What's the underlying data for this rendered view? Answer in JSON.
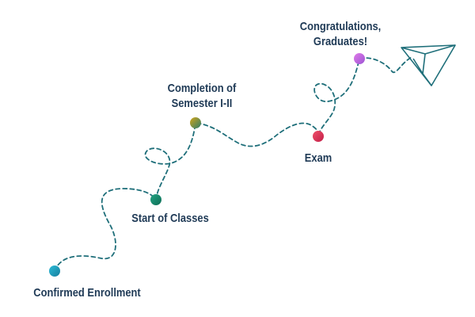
{
  "milestones": [
    {
      "id": "enrollment",
      "label": [
        "Confirmed Enrollment"
      ],
      "color": "#1fa3c4"
    },
    {
      "id": "classes",
      "label": [
        "Start of Classes"
      ],
      "color": "#178f72"
    },
    {
      "id": "semester",
      "label": [
        "Completion of",
        "Semester I-II"
      ],
      "color": "#b58f0c"
    },
    {
      "id": "exam",
      "label": [
        "Exam"
      ],
      "color": "#e33a5a"
    },
    {
      "id": "graduates",
      "label": [
        "Congratulations,",
        "Graduates!"
      ],
      "color": "#c46ad8"
    }
  ],
  "path_color": "#1f6f7a",
  "plane_icon": "paper-plane-icon"
}
